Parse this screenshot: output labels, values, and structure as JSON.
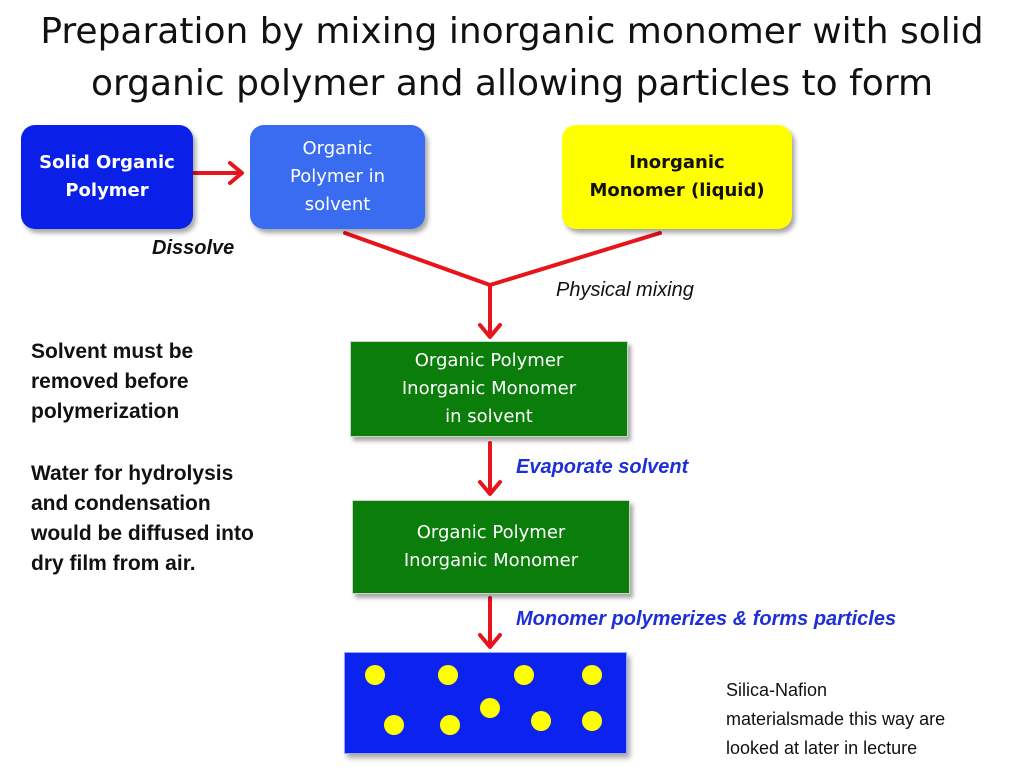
{
  "title_line1": "Preparation by mixing inorganic monomer with  solid",
  "title_line2": "organic polymer and allowing particles to form",
  "boxes": {
    "solid_polymer_line1": "Solid Organic",
    "solid_polymer_line2": "Polymer",
    "polymer_solvent_line1": "Organic",
    "polymer_solvent_line2": "Polymer in",
    "polymer_solvent_line3": "solvent",
    "monomer_line1": "Inorganic",
    "monomer_line2": "Monomer (liquid)",
    "mix1_line1": "Organic Polymer",
    "mix1_line2": "Inorganic Monomer",
    "mix1_line3": "in solvent",
    "mix2_line1": "Organic Polymer",
    "mix2_line2": "Inorganic Monomer"
  },
  "labels": {
    "dissolve": "Dissolve",
    "physical_mixing": "Physical mixing",
    "evaporate": "Evaporate solvent",
    "polymerizes": "Monomer polymerizes & forms particles"
  },
  "notes": {
    "solvent_line1": "Solvent must be",
    "solvent_line2": "removed before",
    "solvent_line3": "polymerization",
    "water_line1": "Water for hydrolysis",
    "water_line2": "and condensation",
    "water_line3": "would be diffused into",
    "water_line4": "dry film from air."
  },
  "caption": {
    "line1": "Silica-Nafion",
    "line2": "materialsmade this way are",
    "line3": "looked at later in lecture"
  },
  "colors": {
    "arrow": "#e8141c",
    "label_blue": "#1f2fd6"
  }
}
